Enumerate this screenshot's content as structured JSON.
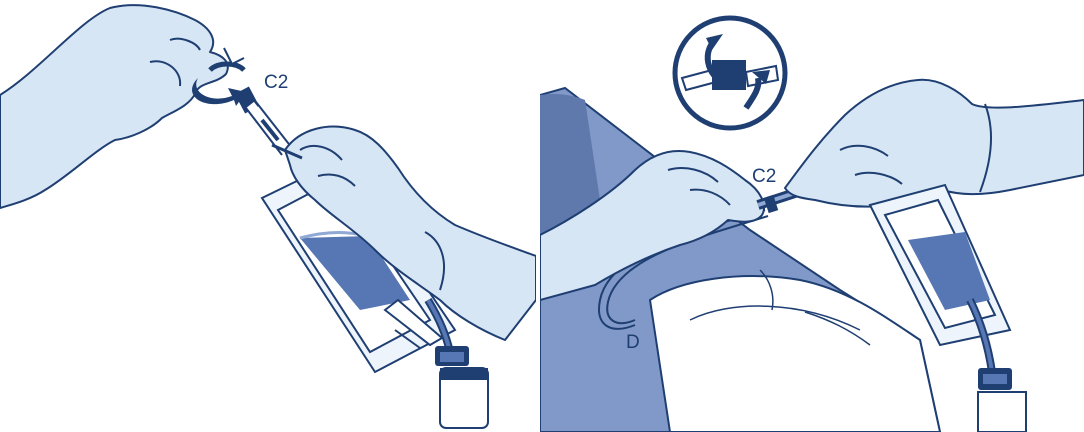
{
  "colors": {
    "outline": "#1f3f73",
    "glove": "#d7e6f4",
    "fluid": "#5677b3",
    "fluid_light": "#8fa9d4",
    "drape": "#8199c8",
    "drape_dark": "#5f79ad",
    "background": "#ffffff"
  },
  "left_panel": {
    "label_c2": "C2",
    "icons": [
      "rotation-arrow-icon",
      "glove-hand-icon",
      "iv-bag-icon",
      "vial-icon"
    ]
  },
  "right_panel": {
    "label_c2": "C2",
    "label_d": "D",
    "icons": [
      "connector-twist-icon",
      "glove-hand-icon",
      "iv-bag-icon",
      "drape-icon"
    ]
  }
}
